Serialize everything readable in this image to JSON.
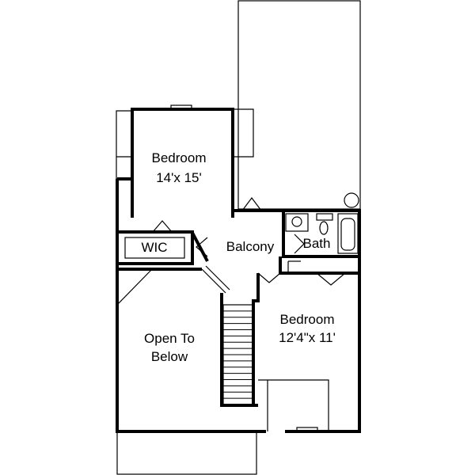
{
  "rooms": {
    "bedroom_1": {
      "name": "Bedroom",
      "size": "14'x 15'"
    },
    "wic": {
      "name": "WIC"
    },
    "balcony": {
      "name": "Balcony"
    },
    "bath": {
      "name": "Bath"
    },
    "open_to_below": {
      "line1": "Open To",
      "line2": "Below"
    },
    "bedroom_2": {
      "name": "Bedroom",
      "size": "12'4\"x 11'"
    }
  }
}
